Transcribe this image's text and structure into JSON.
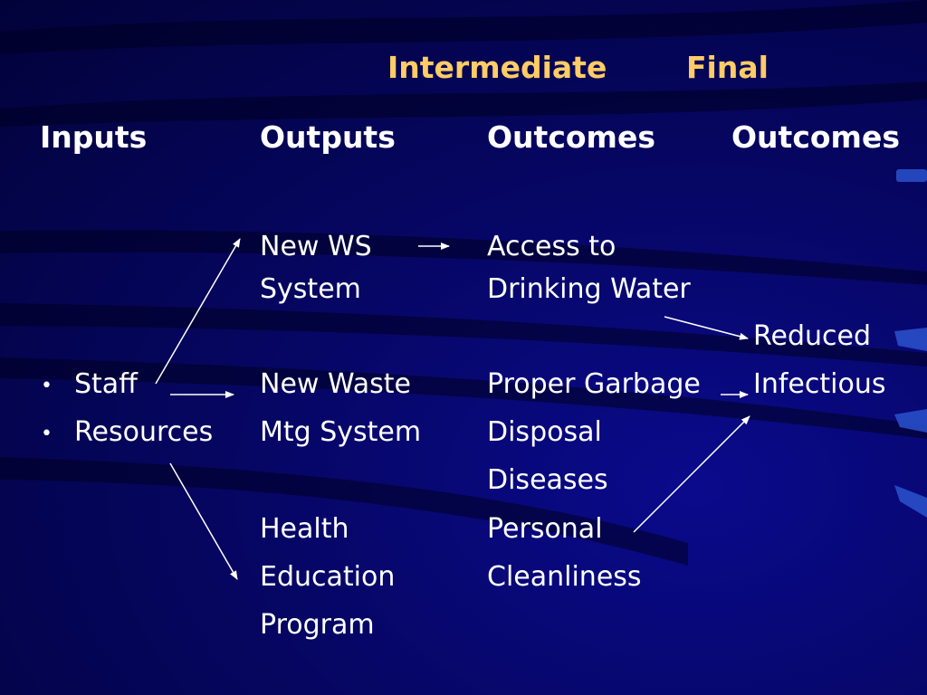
{
  "header_top": {
    "intermediate": "Intermediate",
    "final": "Final"
  },
  "columns": {
    "inputs": "Inputs",
    "outputs": "Outputs",
    "intermediate_outcomes": "Outcomes",
    "final_outcomes": "Outcomes"
  },
  "inputs": {
    "bullet": "•",
    "staff": "Staff",
    "resources": "Resources"
  },
  "outputs": {
    "ws_line1": "New WS",
    "ws_line2": "System",
    "waste_line1": "New Waste",
    "waste_line2": "Mtg System",
    "health_line1": "Health",
    "health_line2": "Education",
    "health_line3": "Program"
  },
  "intermediate": {
    "access_line1": "Access to",
    "access_line2": "Drinking Water",
    "garbage_line1": "Proper Garbage",
    "garbage_line2": "Disposal",
    "diseases": "Diseases",
    "personal_line1": "Personal",
    "personal_line2": "Cleanliness"
  },
  "final": {
    "line1": "Reduced",
    "line2": "Infectious"
  },
  "colors": {
    "header": "#ffcc66",
    "text": "#ffffff",
    "background": "#06066a"
  }
}
